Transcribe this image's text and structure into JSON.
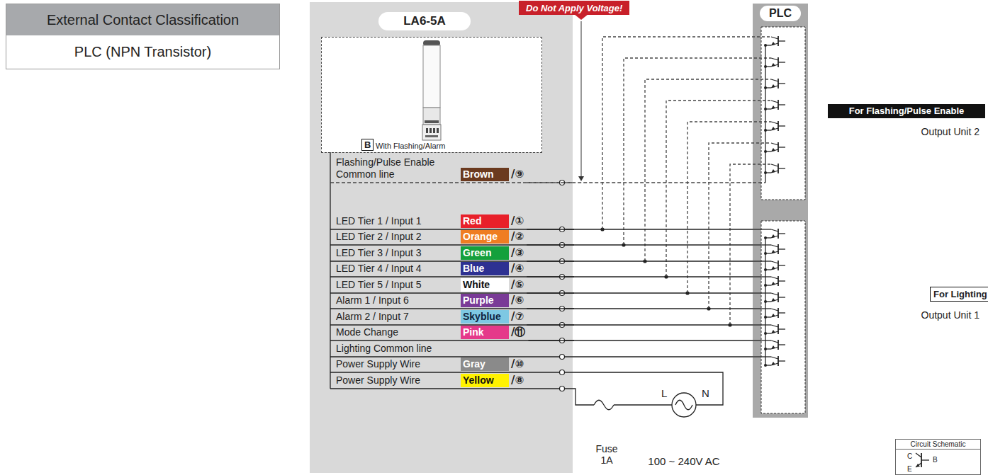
{
  "diagram": {
    "nodes": [
      {
        "text": [
          "External Contact Classification",
          "PLC (NPN Transistor)"
        ]
      },
      {
        "text": [
          "LA6-5A"
        ]
      },
      {
        "text": [
          "B",
          "With Flashing/Alarm"
        ],
        "in": 1
      },
      {
        "text": [
          "Brown",
          "/⑨"
        ],
        "in": 1
      },
      {
        "text": [
          "Red",
          "/①"
        ],
        "in": 1
      },
      {
        "text": [
          "Orange",
          "/②"
        ],
        "in": 1
      },
      {
        "text": [
          "Green",
          "/③"
        ],
        "in": 1
      },
      {
        "text": [
          "Blue",
          "/④"
        ],
        "in": 1
      },
      {
        "text": [
          "White",
          "/⑤"
        ],
        "in": 1
      },
      {
        "text": [
          "Purple",
          "/⑥"
        ],
        "in": 1
      },
      {
        "text": [
          "Skyblue",
          "/⑦"
        ],
        "in": 1
      },
      {
        "text": [
          "Pink",
          "/⑪"
        ],
        "in": 1
      },
      {
        "text": [
          "Gray",
          "/⑩"
        ],
        "in": 1
      },
      {
        "text": [
          "Yellow",
          "/⑧"
        ],
        "in": 1
      },
      {
        "text": [
          "Do Not Apply Voltage!"
        ]
      },
      {
        "text": [
          "PLC"
        ]
      },
      {
        "text": [
          "For Flashing/Pulse Enable"
        ]
      },
      {
        "text": [
          "For Lighting"
        ]
      },
      {
        "text": [
          "Circuit Schematic",
          "C",
          "B",
          "E"
        ]
      }
    ],
    "edges": [
      {
        "from": 3,
        "to": 15,
        "arrow": "none"
      },
      {
        "from": 4,
        "to": 15,
        "arrow": "none"
      },
      {
        "from": 5,
        "to": 15,
        "arrow": "none"
      },
      {
        "from": 6,
        "to": 15,
        "arrow": "none"
      },
      {
        "from": 7,
        "to": 15,
        "arrow": "none"
      },
      {
        "from": 8,
        "to": 15,
        "arrow": "none"
      },
      {
        "from": 9,
        "to": 15,
        "arrow": "none"
      },
      {
        "from": 10,
        "to": 15,
        "arrow": "none"
      },
      {
        "from": 11,
        "to": 15,
        "arrow": "none"
      }
    ],
    "labels": [
      "Flashing/Pulse Enable Common line",
      "LED Tier 1 / Input 1",
      "LED Tier 2 / Input 2",
      "LED Tier 3 / Input 3",
      "LED Tier 4 / Input 4",
      "LED Tier 5 / Input 5",
      "Alarm 1 / Input 6",
      "Alarm 2 / Input 7",
      "Mode Change",
      "Lighting Common line",
      "Power Supply Wire",
      "Power Supply Wire",
      "Output Unit 2",
      "Output Unit 1",
      "L",
      "N",
      "Fuse 1A",
      "100 ~ 240V AC"
    ]
  }
}
